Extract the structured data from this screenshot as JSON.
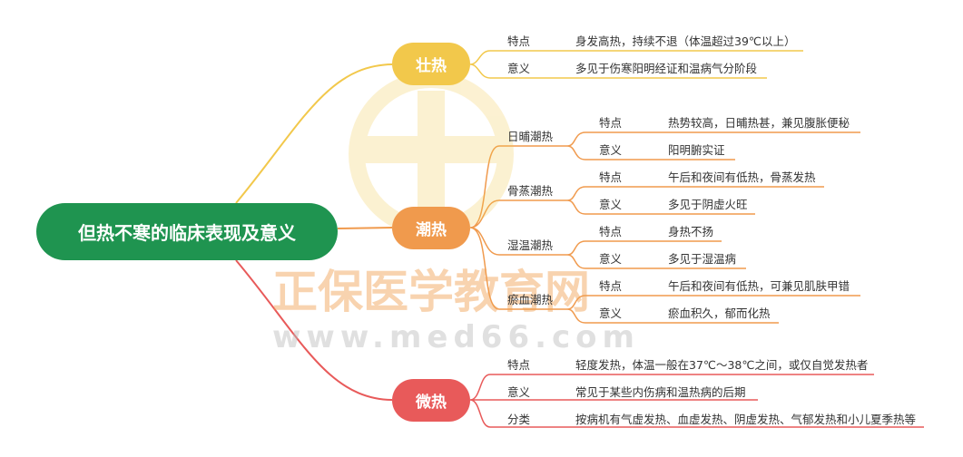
{
  "root": "但热不寒的临床表现及意义",
  "watermark": {
    "brand": "正保医学教育网",
    "url": "www.med66.com"
  },
  "colors": {
    "root": "#1f9450",
    "zhuang": "#f2c84b",
    "chao": "#f09a4d",
    "wei": "#e85a5a"
  },
  "branches": [
    {
      "label": "壮热",
      "rows": [
        {
          "k": "特点",
          "v": "身发高热，持续不退（体温超过39℃以上）"
        },
        {
          "k": "意义",
          "v": "多见于伤寒阳明经证和温病气分阶段"
        }
      ]
    },
    {
      "label": "潮热",
      "subs": [
        {
          "label": "日晡潮热",
          "rows": [
            {
              "k": "特点",
              "v": "热势较高，日晡热甚，兼见腹胀便秘"
            },
            {
              "k": "意义",
              "v": "阳明腑实证"
            }
          ]
        },
        {
          "label": "骨蒸潮热",
          "rows": [
            {
              "k": "特点",
              "v": "午后和夜间有低热，骨蒸发热"
            },
            {
              "k": "意义",
              "v": "多见于阴虚火旺"
            }
          ]
        },
        {
          "label": "湿温潮热",
          "rows": [
            {
              "k": "特点",
              "v": "身热不扬"
            },
            {
              "k": "意义",
              "v": "多见于湿温病"
            }
          ]
        },
        {
          "label": "瘀血潮热",
          "rows": [
            {
              "k": "特点",
              "v": "午后和夜间有低热，可兼见肌肤甲错"
            },
            {
              "k": "意义",
              "v": "瘀血积久，郁而化热"
            }
          ]
        }
      ]
    },
    {
      "label": "微热",
      "rows": [
        {
          "k": "特点",
          "v": "轻度发热，体温一般在37℃～38℃之间，或仅自觉发热者"
        },
        {
          "k": "意义",
          "v": "常见于某些内伤病和温热病的后期"
        },
        {
          "k": "分类",
          "v": "按病机有气虚发热、血虚发热、阴虚发热、气郁发热和小儿夏季热等"
        }
      ]
    }
  ]
}
